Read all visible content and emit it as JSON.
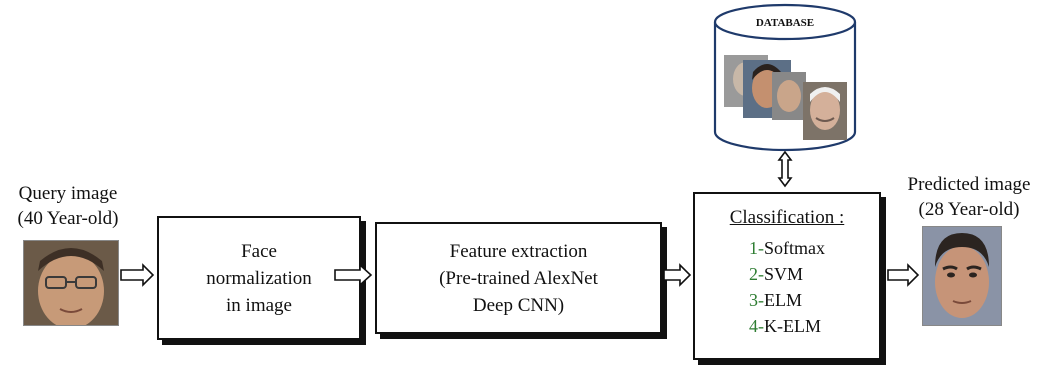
{
  "query": {
    "line1": "Query image",
    "line2": "(40 Year-old)"
  },
  "predicted": {
    "line1": "Predicted image",
    "line2": "(28 Year-old)"
  },
  "steps": {
    "normalization": [
      "Face",
      "normalization",
      "in image"
    ],
    "features": [
      "Feature extraction",
      "(Pre-trained  AlexNet",
      "Deep CNN)"
    ]
  },
  "classification": {
    "title": "Classification  :",
    "items": [
      {
        "num": "1-",
        "label": "Softmax"
      },
      {
        "num": "2-",
        "label": "SVM"
      },
      {
        "num": "3-",
        "label": "ELM"
      },
      {
        "num": "4-",
        "label": "K-ELM"
      }
    ]
  },
  "database": {
    "label": "DATABASE"
  },
  "colors": {
    "stroke": "#111111",
    "number": "#2e7d32",
    "database_border": "#1f3a6b"
  }
}
